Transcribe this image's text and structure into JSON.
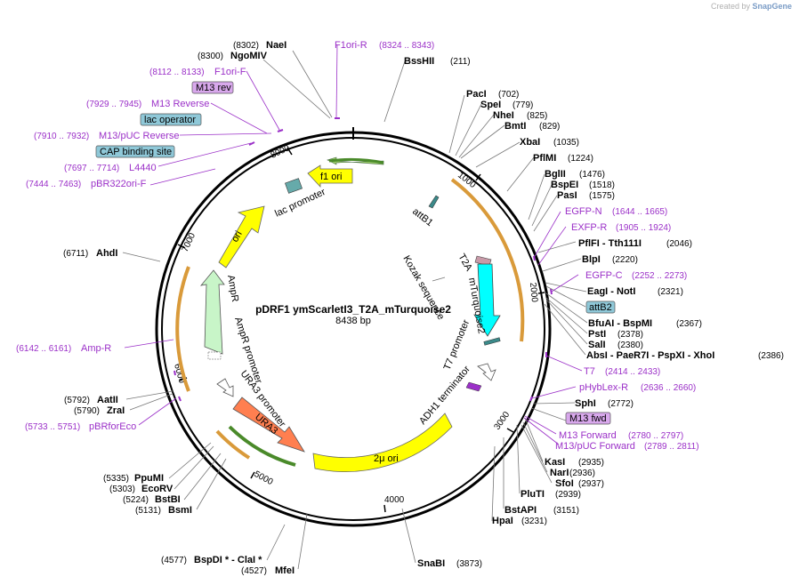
{
  "credit": {
    "prefix": "Created by",
    "brand": "SnapGene"
  },
  "plasmid": {
    "name": "pDRF1 ymScarletI3_T2A_mTurquoise2",
    "length_text": "8438 bp",
    "length": 8438
  },
  "ruler_ticks": [
    "1000",
    "2000",
    "3000",
    "4000",
    "5000",
    "6000",
    "7000",
    "8000"
  ],
  "sites": [
    {
      "name": "NaeI",
      "pos": "(8302)"
    },
    {
      "name": "NgoMIV",
      "pos": "(8300)"
    },
    {
      "name": "F1ori-R",
      "range": "(8324 .. 8343)",
      "primer": true
    },
    {
      "name": "BssHII",
      "pos": "(211)"
    },
    {
      "name": "F1ori-F",
      "range": "(8112 .. 8133)",
      "primer": true
    },
    {
      "name": "M13 rev",
      "boxed": "purple"
    },
    {
      "name": "M13 Reverse",
      "range": "(7929 .. 7945)",
      "primer": true
    },
    {
      "name": "lac operator",
      "boxed": "blue"
    },
    {
      "name": "M13/pUC Reverse",
      "range": "(7910 .. 7932)",
      "primer": true
    },
    {
      "name": "CAP binding site",
      "boxed": "blue"
    },
    {
      "name": "L4440",
      "range": "(7697 .. 7714)",
      "primer": true
    },
    {
      "name": "pBR322ori-F",
      "range": "(7444 .. 7463)",
      "primer": true
    },
    {
      "name": "PacI",
      "pos": "(702)"
    },
    {
      "name": "SpeI",
      "pos": "(779)"
    },
    {
      "name": "NheI",
      "pos": "(825)"
    },
    {
      "name": "BmtI",
      "pos": "(829)"
    },
    {
      "name": "XbaI",
      "pos": "(1035)"
    },
    {
      "name": "PflMI",
      "pos": "(1224)"
    },
    {
      "name": "BglII",
      "pos": "(1476)"
    },
    {
      "name": "BspEI",
      "pos": "(1518)"
    },
    {
      "name": "PasI",
      "pos": "(1575)"
    },
    {
      "name": "EGFP-N",
      "range": "(1644 .. 1665)",
      "primer": true
    },
    {
      "name": "EXFP-R",
      "range": "(1905 .. 1924)",
      "primer": true
    },
    {
      "name": "PflFI  - Tth111I",
      "pos": "(2046)"
    },
    {
      "name": "BlpI",
      "pos": "(2220)"
    },
    {
      "name": "EGFP-C",
      "range": "(2252 .. 2273)",
      "primer": true
    },
    {
      "name": "EagI  - NotI",
      "pos": "(2321)"
    },
    {
      "name": "attB2",
      "boxed": "blue"
    },
    {
      "name": "BfuAI  - BspMI",
      "pos": "(2367)"
    },
    {
      "name": "PstI",
      "pos": "(2378)"
    },
    {
      "name": "SalI",
      "pos": "(2380)"
    },
    {
      "name": "AbsI  - PaeR7I  - PspXI  - XhoI",
      "pos": "(2386)"
    },
    {
      "name": "T7",
      "range": "(2414 .. 2433)",
      "primer": true
    },
    {
      "name": "pHybLex-R",
      "range": "(2636 .. 2660)",
      "primer": true
    },
    {
      "name": "SphI",
      "pos": "(2772)"
    },
    {
      "name": "M13 fwd",
      "boxed": "purple"
    },
    {
      "name": "M13 Forward",
      "range": "(2780 .. 2797)",
      "primer": true
    },
    {
      "name": "M13/pUC Forward",
      "range": "(2789 .. 2811)",
      "primer": true
    },
    {
      "name": "KasI",
      "pos": "(2935)"
    },
    {
      "name": "NarI",
      "pos": "(2936)"
    },
    {
      "name": "SfoI",
      "pos": "(2937)"
    },
    {
      "name": "PluTI",
      "pos": "(2939)"
    },
    {
      "name": "BstAPI",
      "pos": "(3151)"
    },
    {
      "name": "HpaI",
      "pos": "(3231)"
    },
    {
      "name": "SnaBI",
      "pos": "(3873)"
    },
    {
      "name": "BspDI *  - ClaI *",
      "pos": "(4577)"
    },
    {
      "name": "MfeI",
      "pos": "(4527)"
    },
    {
      "name": "PpuMI",
      "pos": "(5335)"
    },
    {
      "name": "EcoRV",
      "pos": "(5303)"
    },
    {
      "name": "BstBI",
      "pos": "(5224)"
    },
    {
      "name": "BsmI",
      "pos": "(5131)"
    },
    {
      "name": "AatII",
      "pos": "(5792)"
    },
    {
      "name": "ZraI",
      "pos": "(5790)"
    },
    {
      "name": "pBRforEco",
      "range": "(5733 .. 5751)",
      "primer": true
    },
    {
      "name": "Amp-R",
      "range": "(6142 .. 6161)",
      "primer": true
    },
    {
      "name": "AhdI",
      "pos": "(6711)"
    }
  ],
  "features": [
    {
      "label": "f1 ori"
    },
    {
      "label": "lac promoter"
    },
    {
      "label": "attB1"
    },
    {
      "label": "ori"
    },
    {
      "label": "Kozak sequence"
    },
    {
      "label": "T2A"
    },
    {
      "label": "mTurquoise2"
    },
    {
      "label": "AmpR"
    },
    {
      "label": "AmpR promoter"
    },
    {
      "label": "URA3 promoter"
    },
    {
      "label": "URA3"
    },
    {
      "label": "T7 promoter"
    },
    {
      "label": "ADH1 terminator"
    },
    {
      "label": "2μ ori"
    }
  ],
  "colors": {
    "primer": "#9b30c8",
    "feature_yellow": "#ffff00",
    "feature_cyan": "#00ffff",
    "feature_green": "#c8f5c8",
    "feature_orange": "#ff7f50",
    "purple_box": "#d8a8ec",
    "blue_box": "#8fc8d8"
  }
}
